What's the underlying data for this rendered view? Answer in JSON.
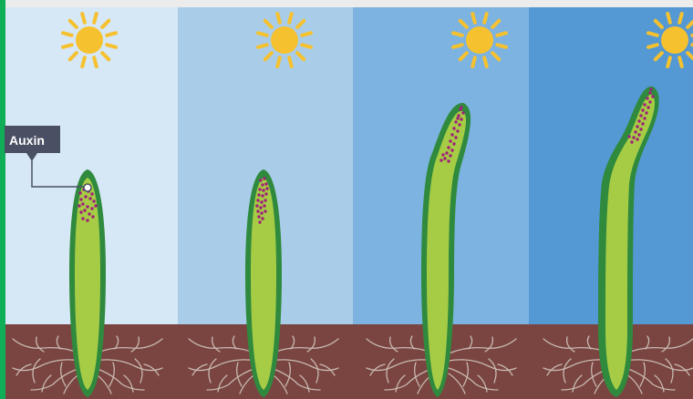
{
  "callout": {
    "label": "Auxin"
  },
  "colors": {
    "panel_backgrounds": [
      "#d6e7f5",
      "#a9cde8",
      "#7db3e0",
      "#5499d4"
    ],
    "soil": "#7a4540",
    "left_accent": "#0fae57",
    "top_strip": "#ececec",
    "sun": "#f6c12f",
    "shoot_fill": "#a6cc45",
    "shoot_outline": "#2f8a3e",
    "auxin_dots": "#a0207a",
    "callout_box": "#4a5063",
    "roots": "#c8b8b2"
  },
  "stages": [
    {
      "id": "stage-1",
      "auxin_side": "top"
    },
    {
      "id": "stage-2",
      "auxin_side": "shaded"
    },
    {
      "id": "stage-3",
      "auxin_side": "shaded"
    },
    {
      "id": "stage-4",
      "auxin_side": "shaded"
    }
  ]
}
